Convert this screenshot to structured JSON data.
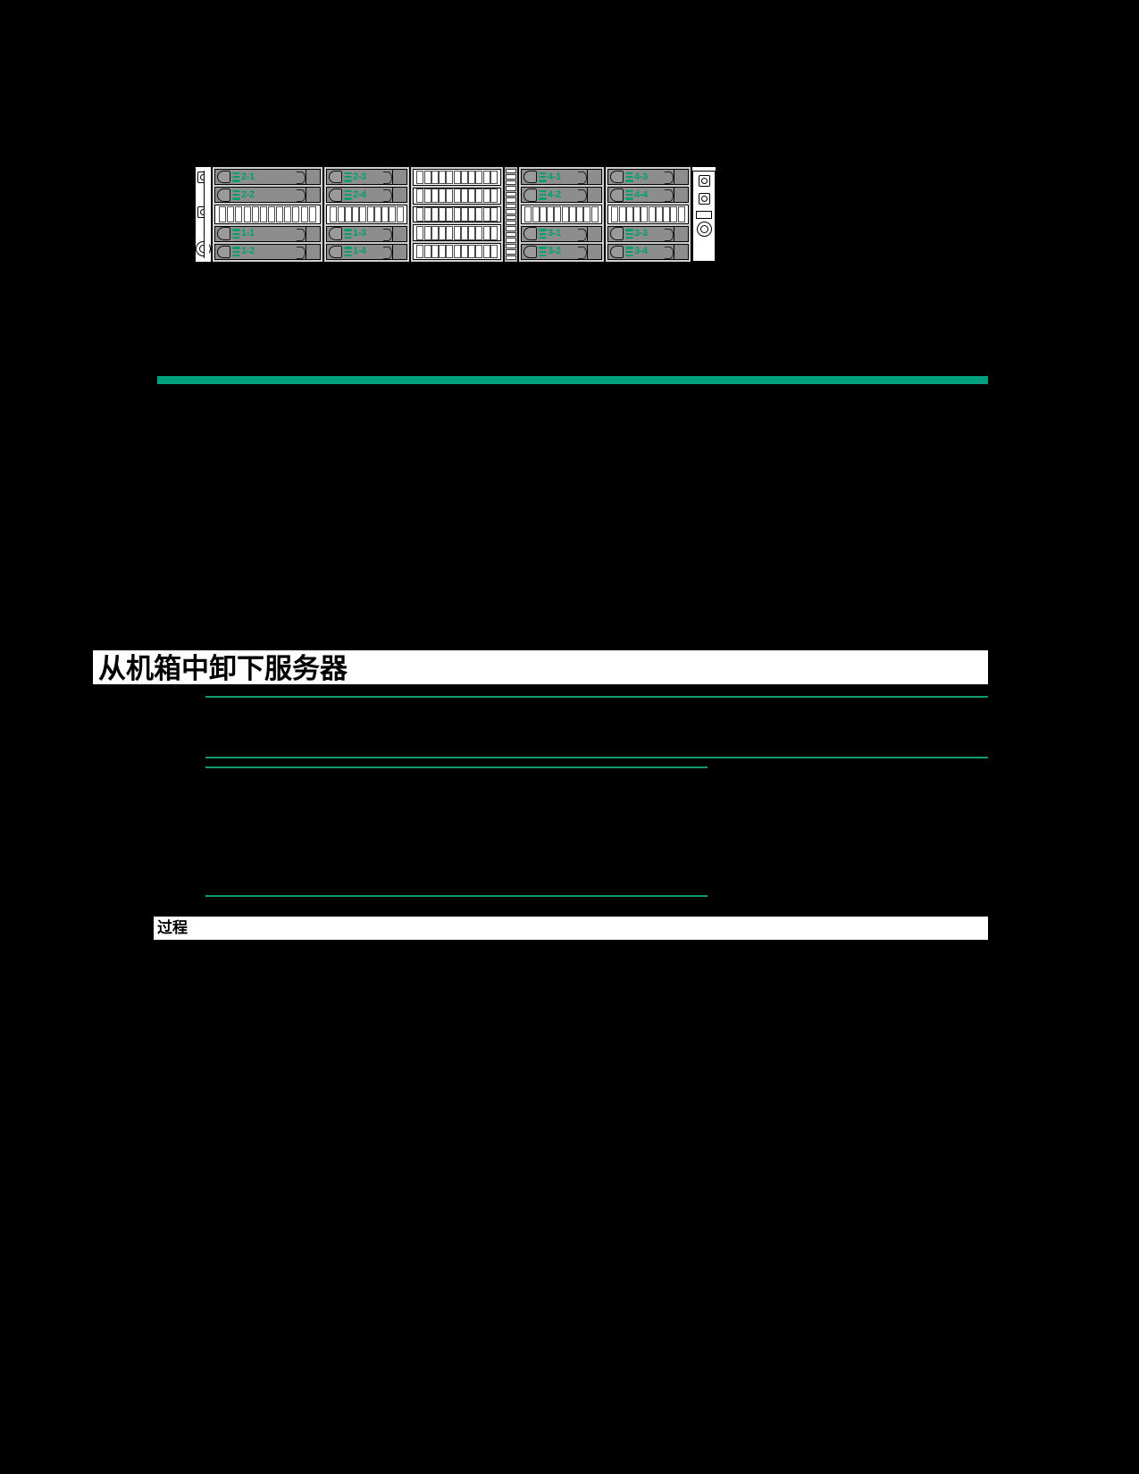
{
  "page": {
    "background_color": "#000000",
    "accent_color": "#00a080",
    "rule_color": "#119c6e",
    "label_color": "#00a06b"
  },
  "figure": {
    "name": "server-front-view",
    "caption": "",
    "drive_columns": [
      {
        "id": "column-a",
        "bays": [
          "2-1",
          "2-2"
        ],
        "lower_bays": [
          "1-1",
          "1-2"
        ]
      },
      {
        "id": "column-b",
        "bays": [
          "2-3",
          "2-4"
        ],
        "lower_bays": [
          "1-3",
          "1-4"
        ]
      },
      {
        "id": "column-c",
        "bays": [],
        "lower_bays": []
      },
      {
        "id": "column-d",
        "bays": [
          "4-1",
          "4-2"
        ],
        "lower_bays": [
          "3-1",
          "3-2"
        ]
      },
      {
        "id": "column-e",
        "bays": [
          "4-3",
          "4-4"
        ],
        "lower_bays": [
          "3-3",
          "3-4"
        ]
      }
    ],
    "bay_labels_top_left": [
      "2-1",
      "2-2"
    ],
    "bay_labels_top_left2": [
      "2-3",
      "2-4"
    ],
    "bay_labels_top_right": [
      "4-1",
      "4-2"
    ],
    "bay_labels_top_right2": [
      "4-3",
      "4-4"
    ],
    "bay_labels_bottom_left": [
      "1-1",
      "1-2"
    ],
    "bay_labels_bottom_left2": [
      "1-3",
      "1-4"
    ],
    "bay_labels_bottom_right": [
      "3-1",
      "3-2"
    ],
    "bay_labels_bottom_right2": [
      "3-3",
      "3-4"
    ]
  },
  "section": {
    "heading": "从机箱中卸下服务器",
    "procedure_heading": "过程"
  }
}
